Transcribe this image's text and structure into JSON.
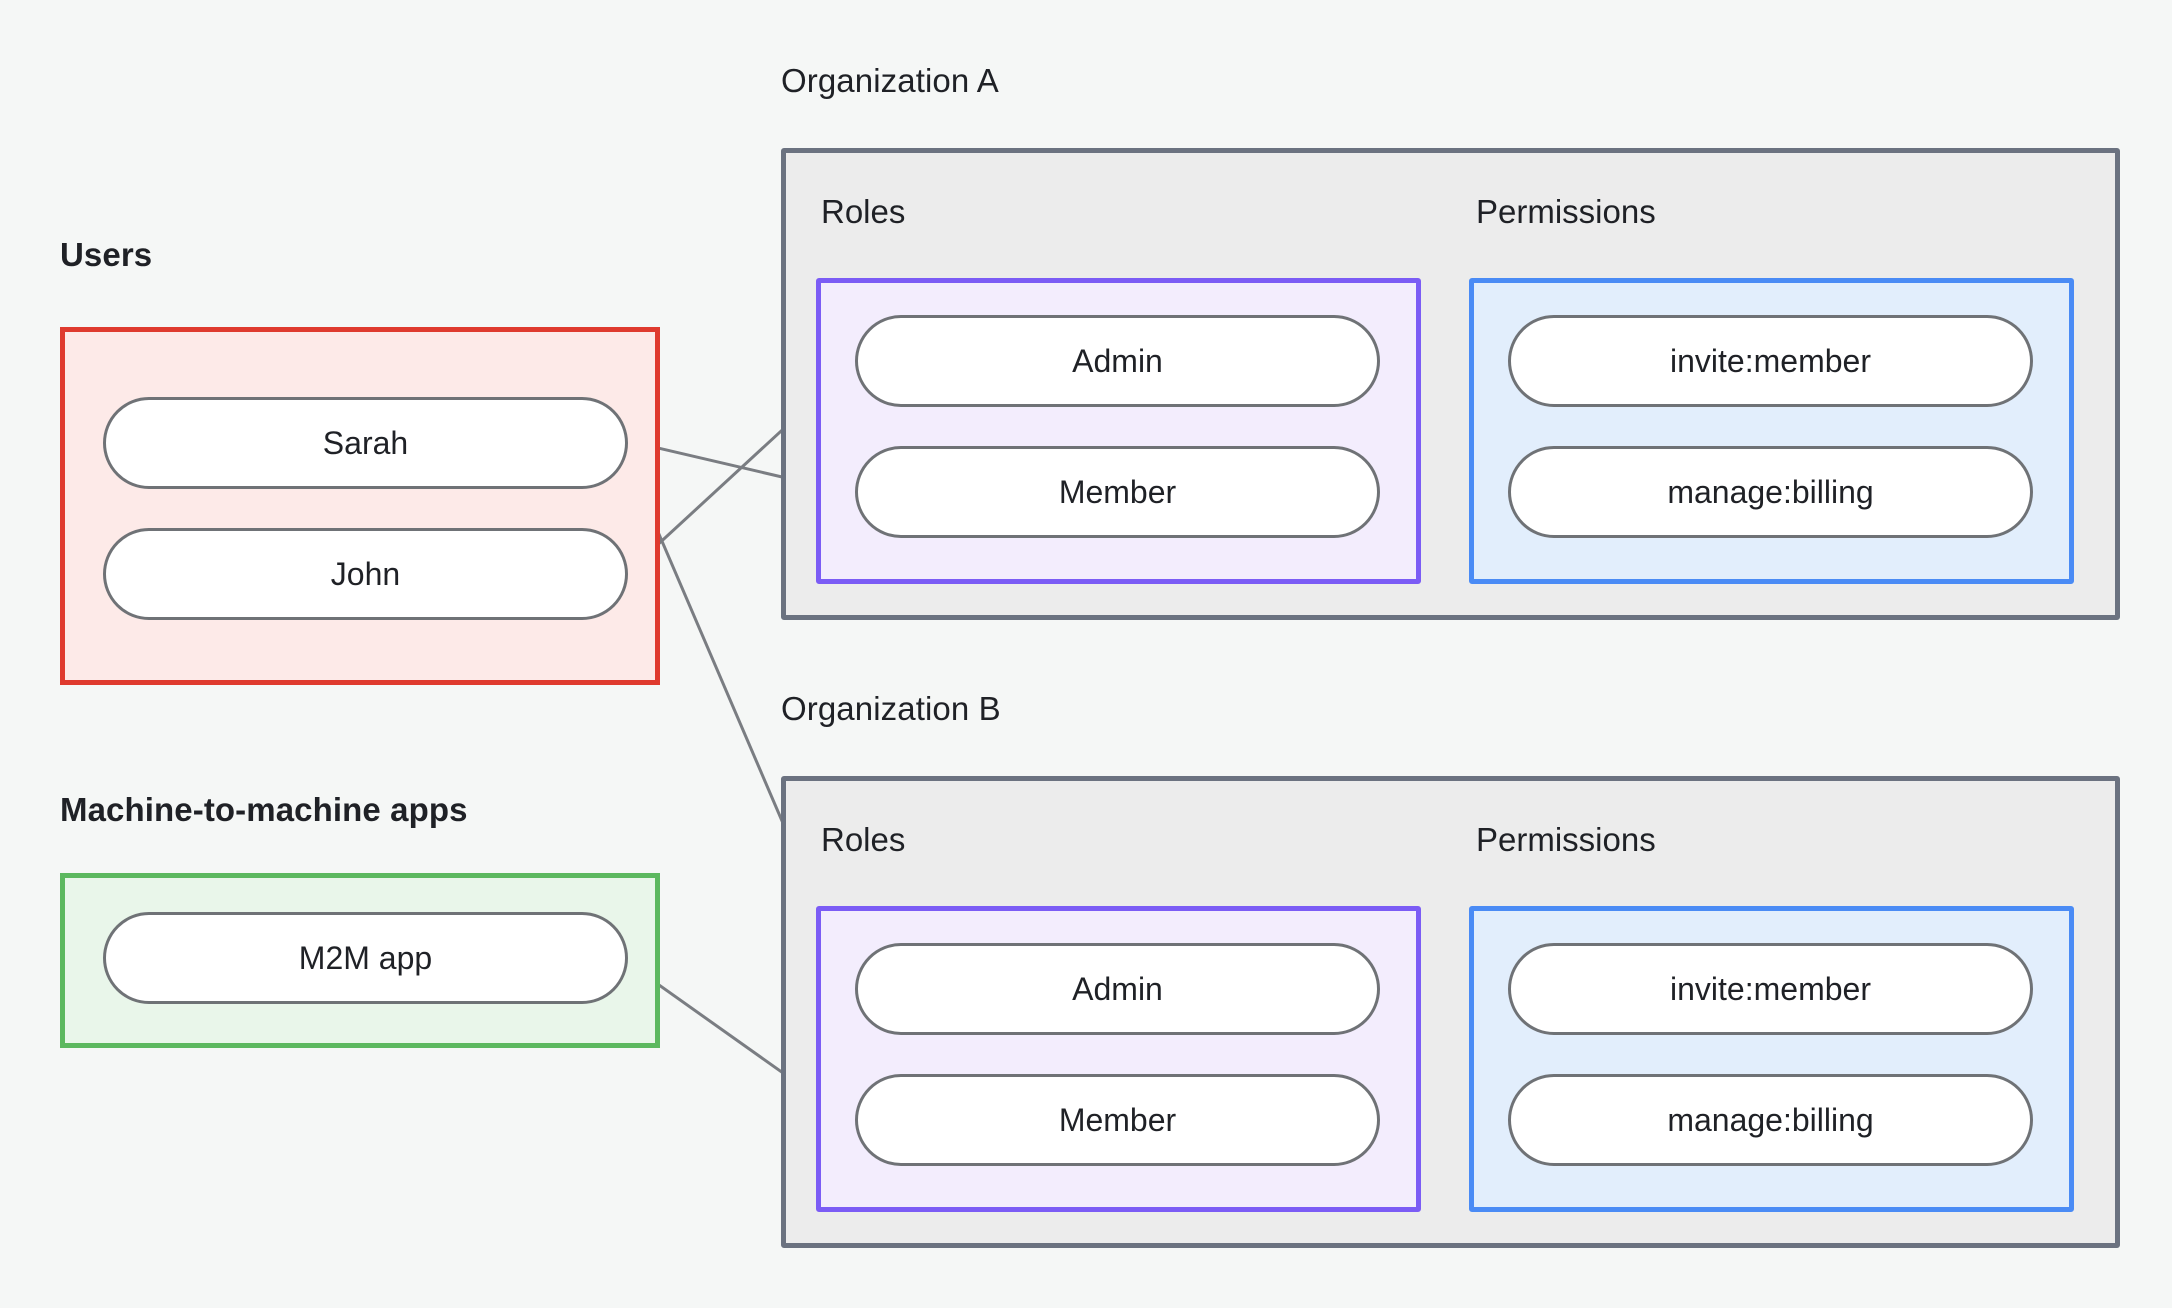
{
  "diagram": {
    "title_users": "Users",
    "title_m2m": "Machine-to-machine apps",
    "title_org_a": "Organization A",
    "title_org_b": "Organization B",
    "label_roles": "Roles",
    "label_permissions": "Permissions"
  },
  "users": {
    "group_label": "Users",
    "items": [
      {
        "id": "sarah",
        "label": "Sarah"
      },
      {
        "id": "john",
        "label": "John"
      }
    ]
  },
  "m2m": {
    "group_label": "Machine-to-machine apps",
    "items": [
      {
        "id": "m2m-app",
        "label": "M2M app"
      }
    ]
  },
  "organizations": [
    {
      "id": "org-a",
      "name": "Organization A",
      "roles_label": "Roles",
      "permissions_label": "Permissions",
      "roles": [
        {
          "id": "org-a-admin",
          "label": "Admin"
        },
        {
          "id": "org-a-member",
          "label": "Member"
        }
      ],
      "permissions": [
        {
          "id": "org-a-invite",
          "label": "invite:member"
        },
        {
          "id": "org-a-billing",
          "label": "manage:billing"
        }
      ]
    },
    {
      "id": "org-b",
      "name": "Organization B",
      "roles_label": "Roles",
      "permissions_label": "Permissions",
      "roles": [
        {
          "id": "org-b-admin",
          "label": "Admin"
        },
        {
          "id": "org-b-member",
          "label": "Member"
        }
      ],
      "permissions": [
        {
          "id": "org-b-invite",
          "label": "invite:member"
        },
        {
          "id": "org-b-billing",
          "label": "manage:billing"
        }
      ]
    }
  ],
  "connections": [
    {
      "from": "sarah",
      "to": "org-a-member"
    },
    {
      "from": "john",
      "to": "org-a-admin"
    },
    {
      "from": "john",
      "to": "org-b-admin"
    },
    {
      "from": "m2m-app",
      "to": "org-b-member"
    },
    {
      "from": "org-a-admin",
      "to": "org-a-invite"
    },
    {
      "from": "org-a-admin",
      "to": "org-a-billing"
    },
    {
      "from": "org-a-member",
      "to": "org-a-billing"
    },
    {
      "from": "org-b-admin",
      "to": "org-b-invite"
    },
    {
      "from": "org-b-admin",
      "to": "org-b-billing"
    },
    {
      "from": "org-b-member",
      "to": "org-b-billing"
    }
  ],
  "colors": {
    "page_background": "#f5f7f6",
    "users_border": "#df3a2e",
    "users_fill": "#fdeae8",
    "m2m_border": "#5cb85f",
    "m2m_fill": "#e9f6ea",
    "org_border": "#6b7280",
    "org_fill": "#ececec",
    "roles_border": "#7b5cf5",
    "roles_fill": "#f3edfd",
    "permissions_border": "#4a8bf5",
    "permissions_fill": "#e2eefc",
    "node_border": "#6f7276",
    "node_fill": "#ffffff",
    "edge": "#7a7d82",
    "text": "#1f2126"
  }
}
